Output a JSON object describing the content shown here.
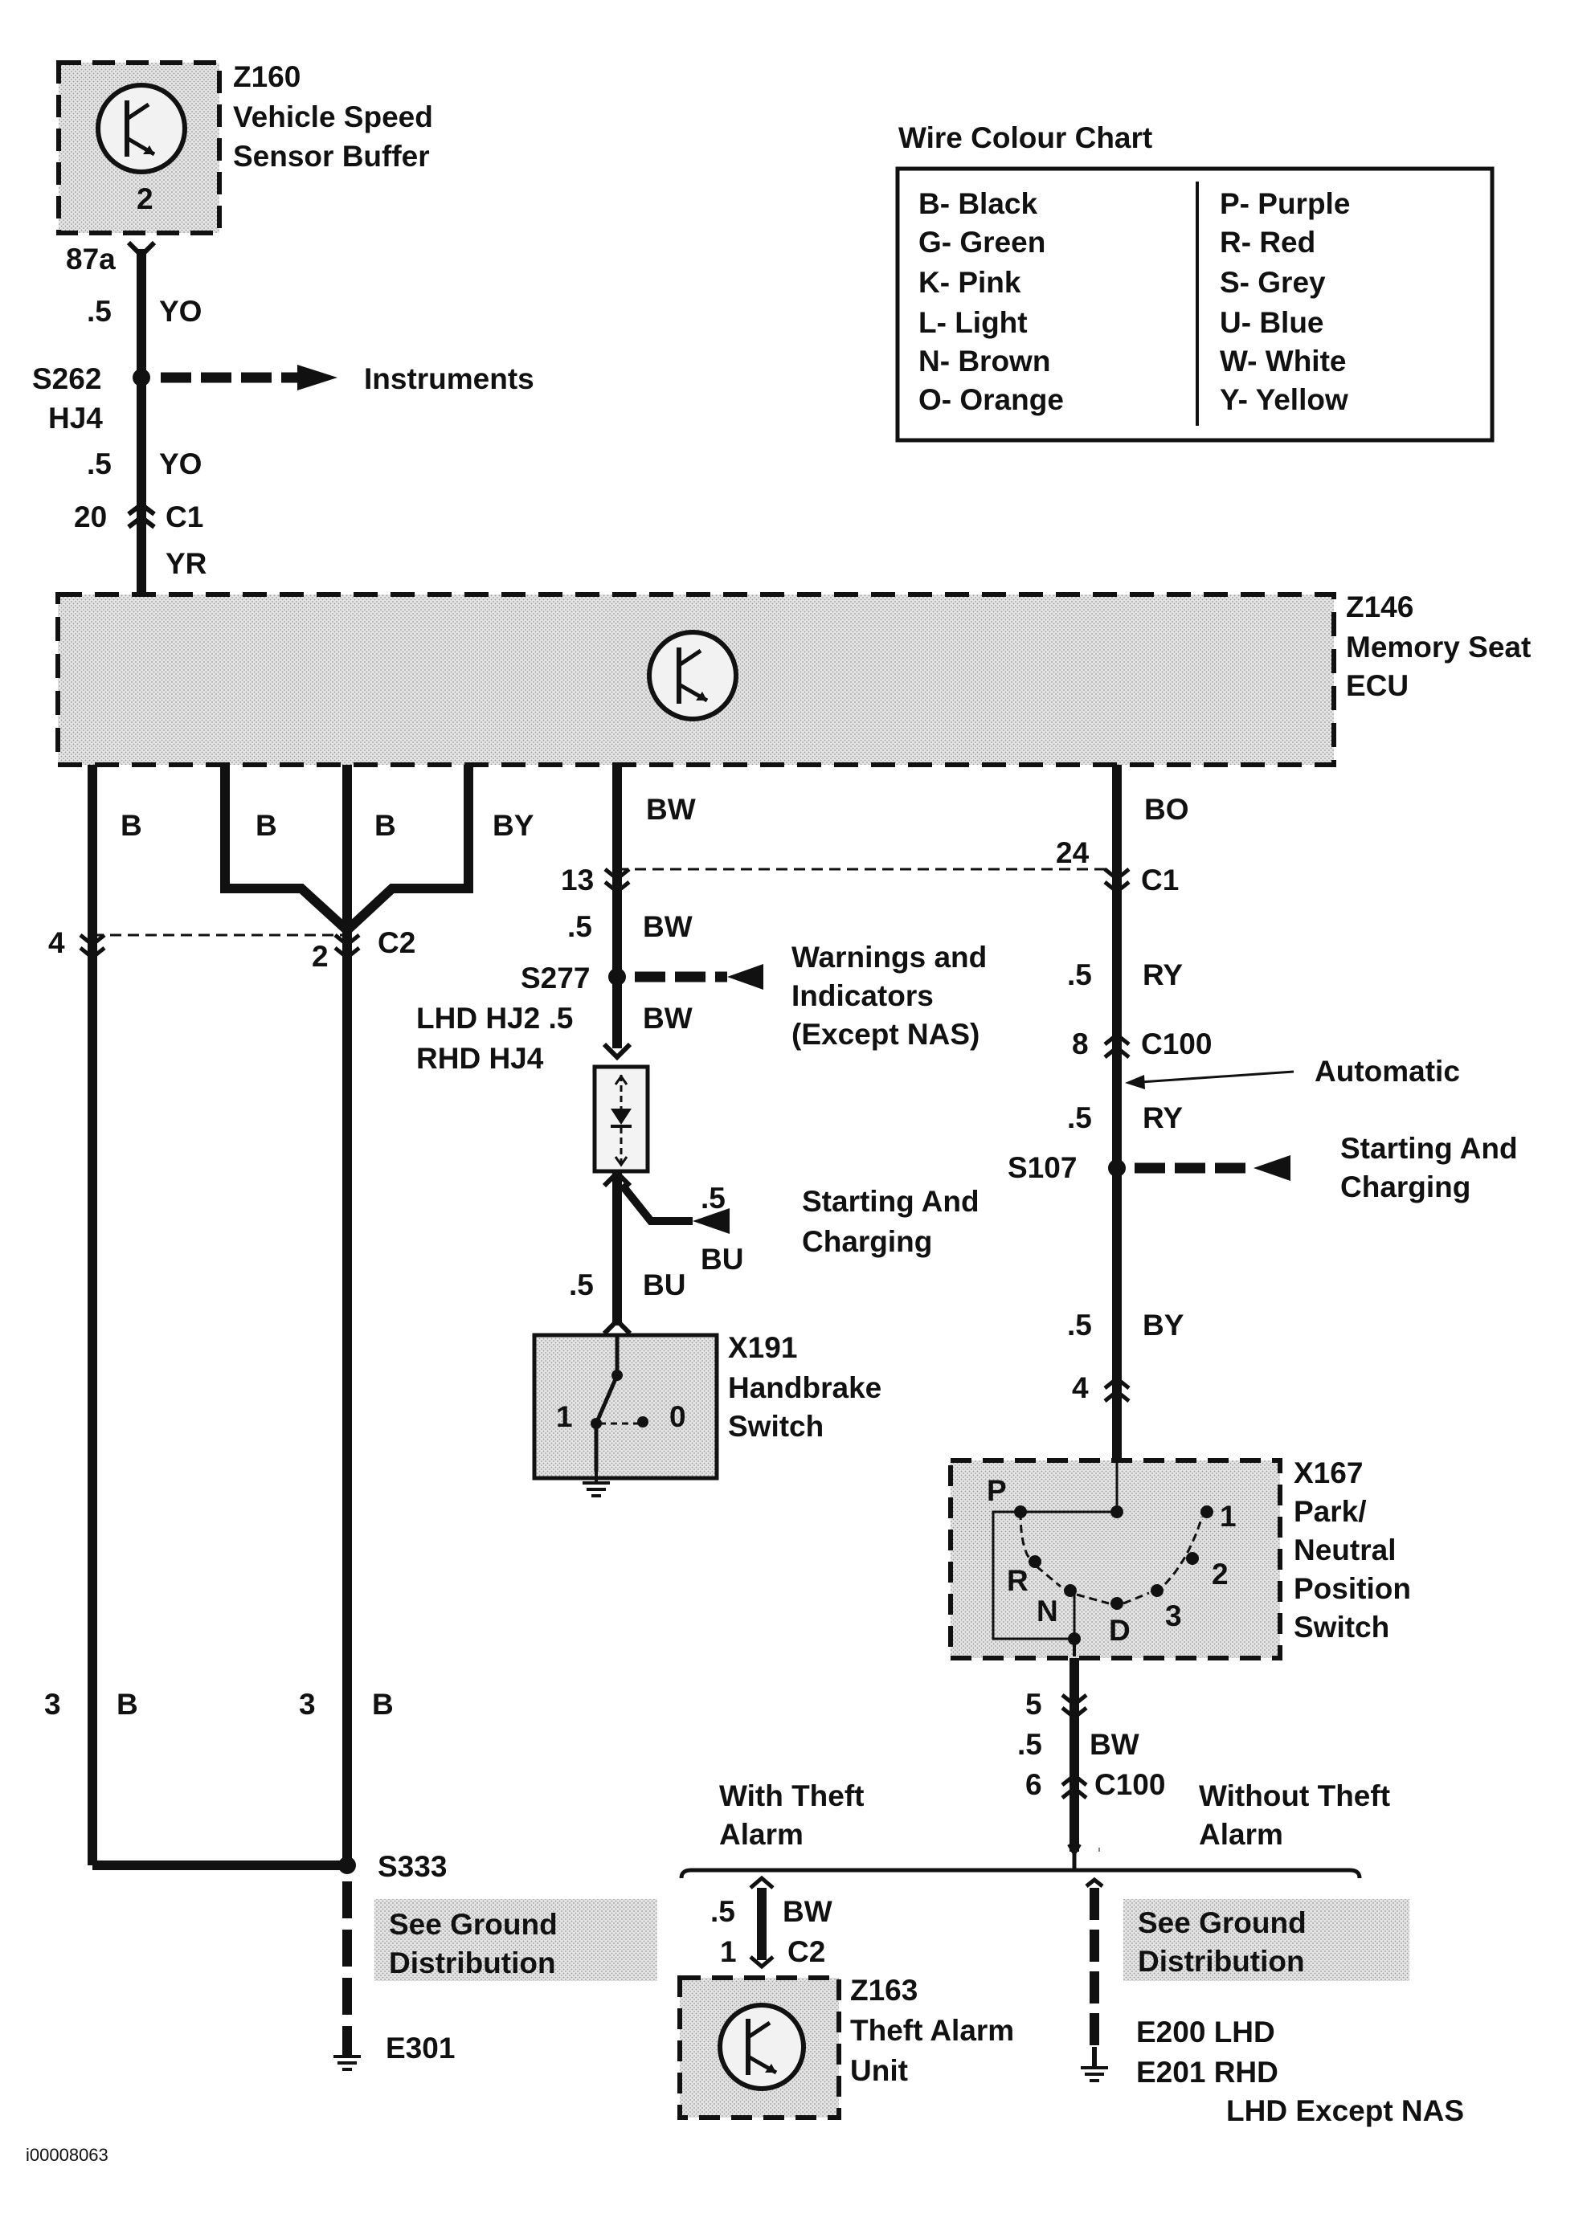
{
  "colour_chart": {
    "title": "Wire Colour Chart",
    "left": [
      "B- Black",
      "G- Green",
      "K- Pink",
      "L- Light",
      "N- Brown",
      "O- Orange"
    ],
    "right": [
      "P- Purple",
      "R- Red",
      "S- Grey",
      "U- Blue",
      "W- White",
      "Y- Yellow"
    ]
  },
  "z160": {
    "id": "Z160",
    "line1": "Vehicle Speed",
    "line2": "Sensor Buffer",
    "pin": "2"
  },
  "z146": {
    "id": "Z146",
    "line1": "Memory Seat",
    "line2": "ECU"
  },
  "top": {
    "pin87a": "87a",
    "size1": ".5",
    "col1": "YO",
    "s262": "S262",
    "hj4": "HJ4",
    "instruments": "Instruments",
    "size2": ".5",
    "col2": "YO",
    "pin20": "20",
    "c1": "C1",
    "col3": "YR"
  },
  "left": {
    "b1": "B",
    "b2": "B",
    "b3": "B",
    "by": "BY",
    "pin4": "4",
    "pin2": "2",
    "c2": "C2",
    "pin3a": "3",
    "b4": "B",
    "pin3b": "3",
    "b5": "B",
    "s333": "S333",
    "ground1": "See Ground",
    "ground2": "Distribution",
    "e301": "E301"
  },
  "middle": {
    "bw": "BW",
    "pin13": "13",
    "size1": ".5",
    "bw2": "BW",
    "s277": "S277",
    "warn1": "Warnings and",
    "warn2": "Indicators",
    "warn3": "(Except NAS)",
    "lhd": "LHD  HJ2  .5",
    "bw3": "BW",
    "rhd": "RHD  HJ4",
    "size_s": ".5",
    "start1": "Starting And",
    "start2": "Charging",
    "bu": "BU",
    "size2": ".5",
    "bu2": "BU",
    "x191": "X191",
    "h1": "Handbrake",
    "h2": "Switch",
    "p1": "1",
    "p0": "0"
  },
  "right": {
    "bo": "BO",
    "pin24": "24",
    "c1": "C1",
    "size1": ".5",
    "ry": "RY",
    "pin8": "8",
    "c100": "C100",
    "automatic": "Automatic",
    "size2": ".5",
    "ry2": "RY",
    "s107": "S107",
    "start1": "Starting And",
    "start2": "Charging",
    "size3": ".5",
    "by": "BY",
    "pin4": "4",
    "x167": "X167",
    "p1": "Park/",
    "p2": "Neutral",
    "p3": "Position",
    "p4": "Switch",
    "P": "P",
    "R": "R",
    "N": "N",
    "D": "D",
    "n1": "1",
    "n2": "2",
    "n3": "3",
    "pin5": "5",
    "size4": ".5",
    "bw": "BW",
    "pin6": "6",
    "c100b": "C100",
    "with1": "With Theft",
    "with2": "Alarm",
    "without1": "Without Theft",
    "without2": "Alarm",
    "size5": ".5",
    "bw2": "BW",
    "pin1": "1",
    "c2": "C2",
    "z163": "Z163",
    "t1": "Theft Alarm",
    "t2": "Unit",
    "ground1": "See Ground",
    "ground2": "Distribution",
    "e200": "E200 LHD",
    "e201": "E201 RHD",
    "lhd": "LHD Except NAS"
  },
  "footer_code": "i00008063"
}
